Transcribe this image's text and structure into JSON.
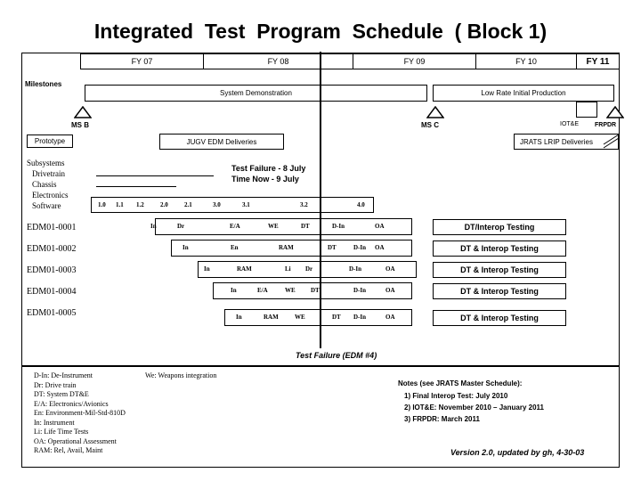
{
  "title": "Integrated  Test  Program  Schedule  ( Block 1)",
  "fiscal_years": [
    "FY 07",
    "FY 08",
    "FY 09",
    "FY 10",
    "FY 11"
  ],
  "milestones": {
    "label": "Milestones",
    "system_demo": "System  Demonstration",
    "lrip": "Low Rate Initial Production",
    "ms_b": "MS B",
    "ms_c": "MS C",
    "iote": "IOT&E",
    "frpdr": "FRPDR"
  },
  "prototype": {
    "label": "Prototype",
    "jugv": "JUGV EDM Deliveries",
    "jrats": "JRATS LRIP Deliveries"
  },
  "subsystems": {
    "heading": "Subsystems",
    "items": [
      "Drivetrain",
      "Chassis",
      "Electronics",
      "Software"
    ],
    "test_failure": "Test Failure - 8 July",
    "time_now": "Time Now - 9 July",
    "software_versions": [
      "1.0",
      "1.1",
      "1.2",
      "2.0",
      "2.1",
      "3.0",
      "3.1",
      "3.2",
      "4.0"
    ]
  },
  "edm_rows": [
    {
      "name": "EDM01-0001",
      "phases": [
        "In",
        "Dr",
        "E/A",
        "WE",
        "DT",
        "D-In",
        "OA"
      ],
      "testing": "DT/Interop Testing"
    },
    {
      "name": "EDM01-0002",
      "phases": [
        "In",
        "En",
        "RAM",
        "DT",
        "D-In",
        "OA"
      ],
      "testing": "DT & Interop Testing"
    },
    {
      "name": "EDM01-0003",
      "phases": [
        "In",
        "RAM",
        "Li",
        "Dr",
        "D-In",
        "OA"
      ],
      "testing": "DT & Interop Testing"
    },
    {
      "name": "EDM01-0004",
      "phases": [
        "In",
        "E/A",
        "WE",
        "DT",
        "D-In",
        "OA"
      ],
      "testing": "DT & Interop Testing"
    },
    {
      "name": "EDM01-0005",
      "phases": [
        "In",
        "RAM",
        "WE",
        "DT",
        "D-In",
        "OA"
      ],
      "testing": "DT & Interop Testing"
    }
  ],
  "test_failure_edm": "Test Failure (EDM #4)",
  "legend_left": [
    "D-In: De-Instrument",
    "Dr: Drive train",
    "DT: System DT&E",
    "E/A: Electronics/Avionics",
    "En: Environment-Mil-Std-810D",
    "In: Instrument",
    "Li: Life Time Tests",
    "OA: Operational Assessment",
    "RAM: Rel, Avail, Maint"
  ],
  "legend_mid": "We: Weapons integration",
  "notes": {
    "heading": "Notes (see JRATS Master Schedule):",
    "items": [
      "1) Final Interop Test: July 2010",
      "2) IOT&E: November 2010 – January 2011",
      "3) FRPDR: March 2011"
    ]
  },
  "version": "Version 2.0, updated by gh, 4-30-03"
}
